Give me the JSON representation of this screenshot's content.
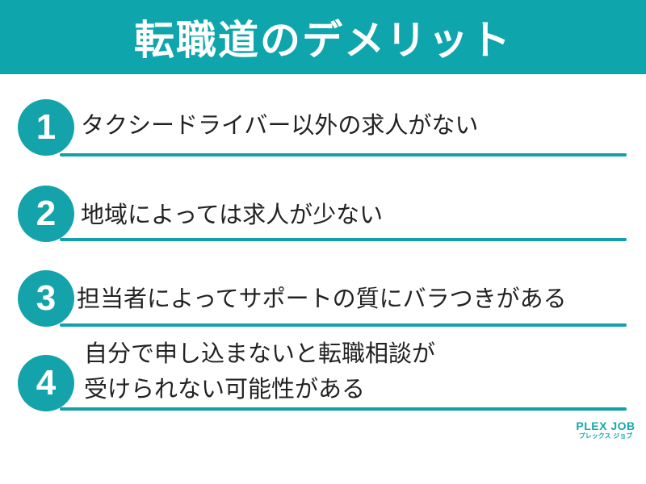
{
  "header": {
    "title": "転職道のデメリット",
    "background_color": "#0ea5ad"
  },
  "items": [
    {
      "number": "1",
      "text": "タクシードライバー以外の求人がない"
    },
    {
      "number": "2",
      "text": "地域によっては求人が少ない"
    },
    {
      "number": "3",
      "text": "担当者によってサポートの質にバラつきがある"
    },
    {
      "number": "4",
      "lines": [
        "自分で申し込まないと転職相談が",
        "受けられない可能性がある"
      ]
    }
  ],
  "accent_color": "#14a3ab",
  "logo": {
    "main": "PLEX JOB",
    "sub": "プレックス ジョブ"
  }
}
